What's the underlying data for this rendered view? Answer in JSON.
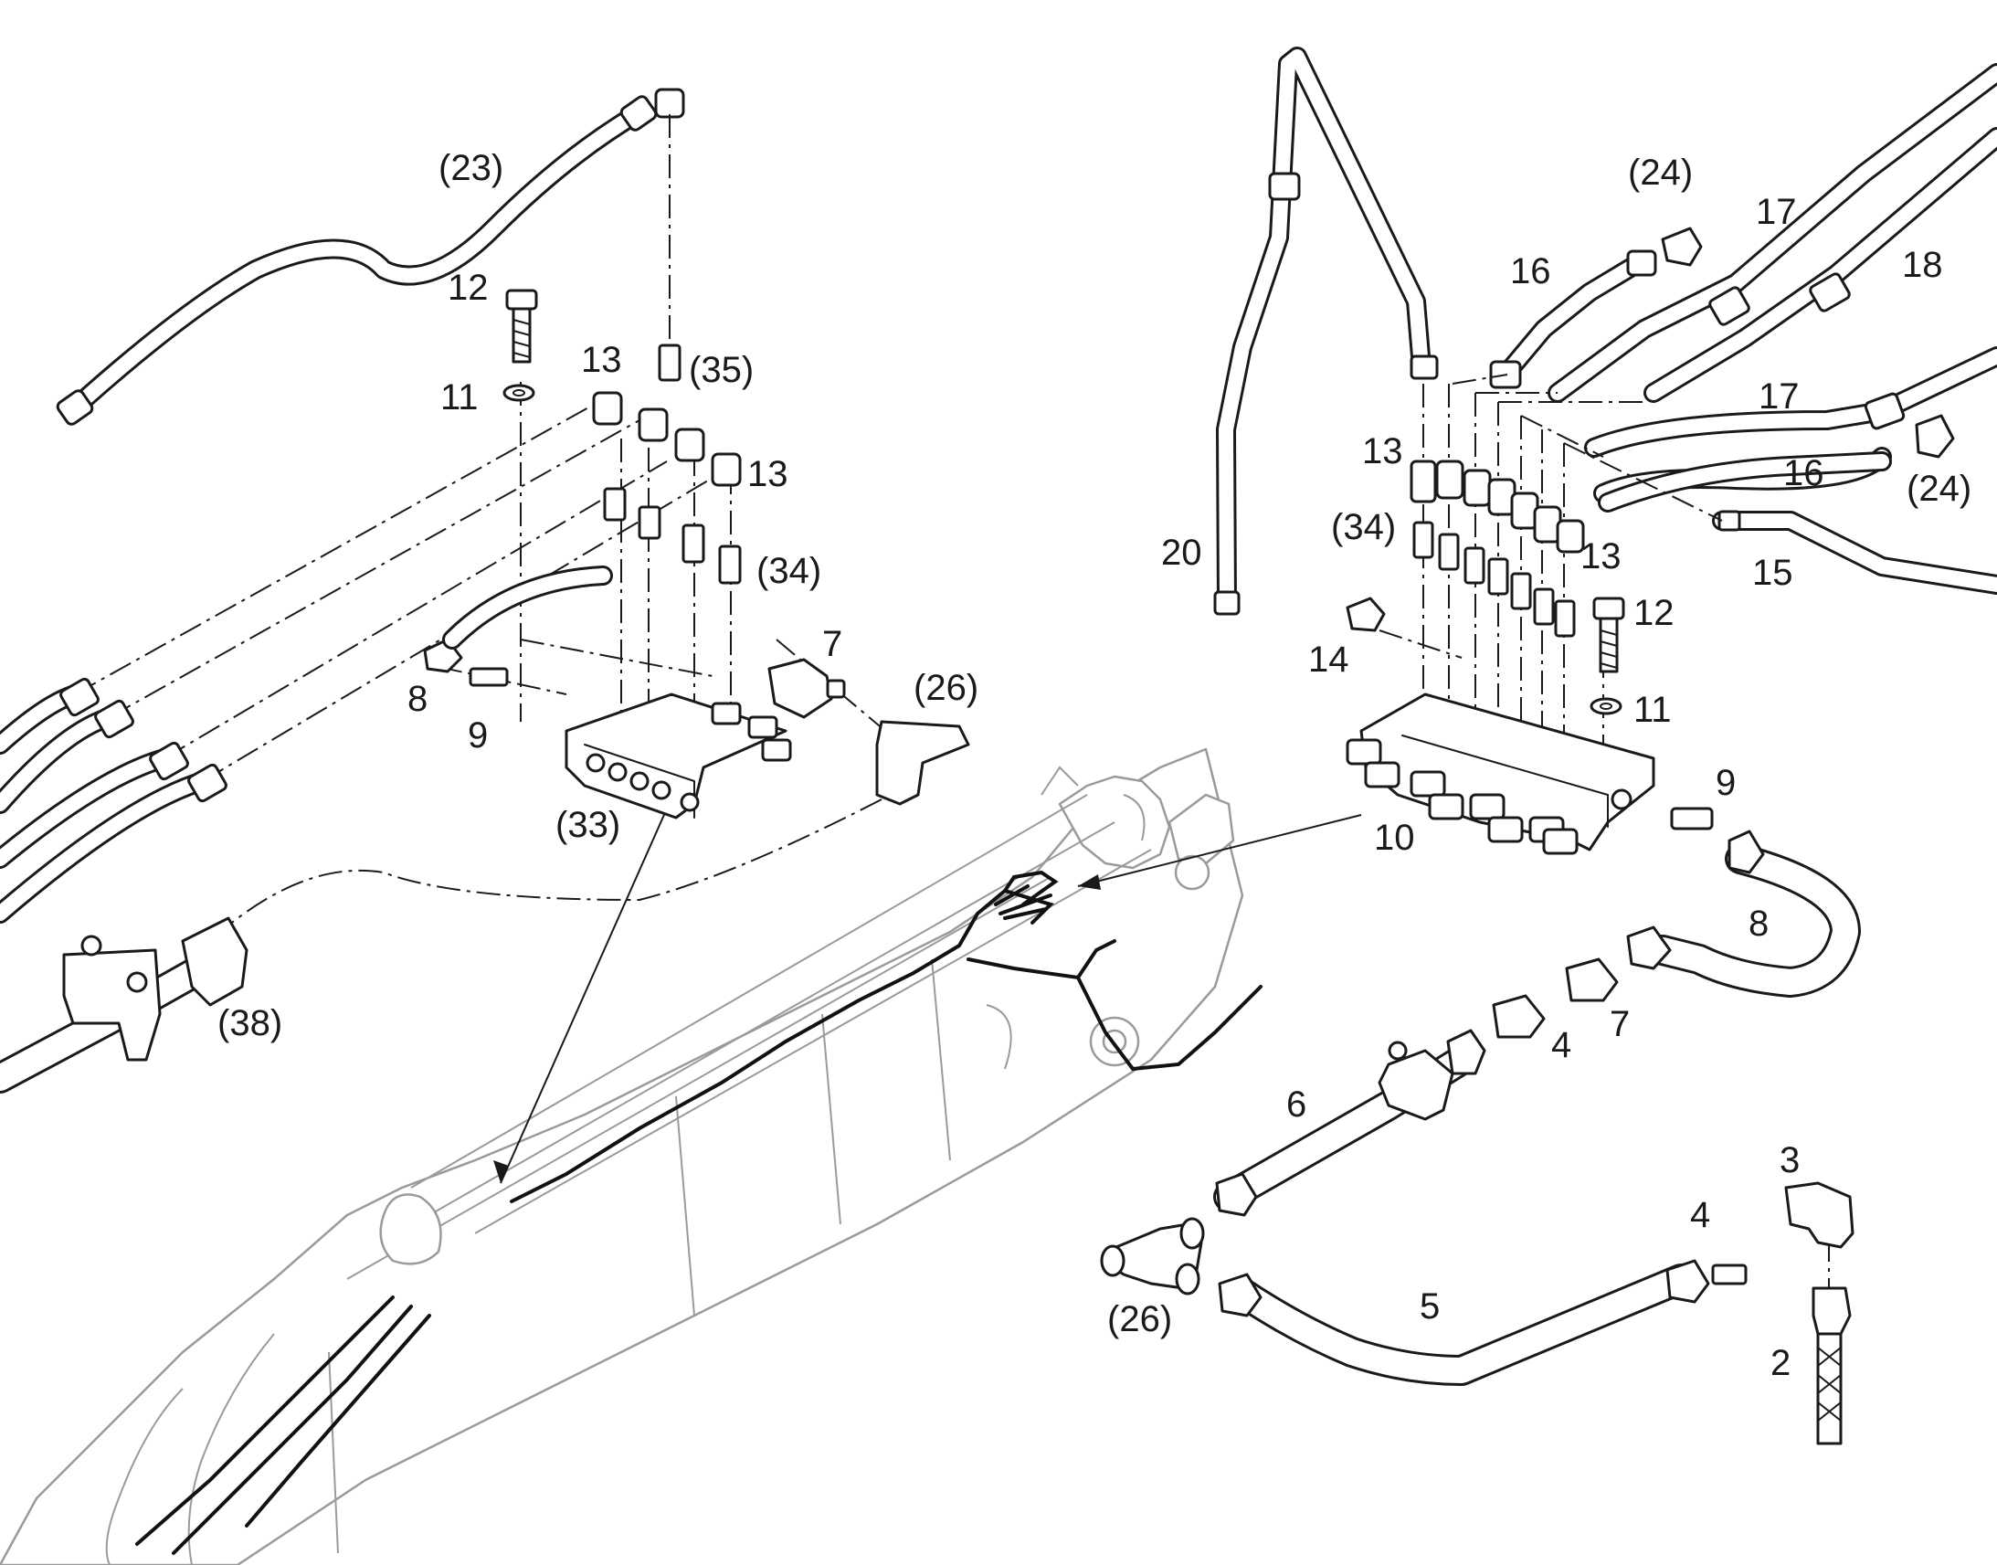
{
  "callouts": [
    {
      "id": "c23a",
      "text": "(23)"
    },
    {
      "id": "c12a",
      "text": "12"
    },
    {
      "id": "c11a",
      "text": "11"
    },
    {
      "id": "c13a",
      "text": "13"
    },
    {
      "id": "c35",
      "text": "(35)"
    },
    {
      "id": "c13b",
      "text": "13"
    },
    {
      "id": "c34a",
      "text": "(34)"
    },
    {
      "id": "c7a",
      "text": "7"
    },
    {
      "id": "c26a",
      "text": "(26)"
    },
    {
      "id": "c8a",
      "text": "8"
    },
    {
      "id": "c9a",
      "text": "9"
    },
    {
      "id": "c33",
      "text": "(33)"
    },
    {
      "id": "c38",
      "text": "(38)"
    },
    {
      "id": "c24a",
      "text": "(24)"
    },
    {
      "id": "c17a",
      "text": "17"
    },
    {
      "id": "c16a",
      "text": "16"
    },
    {
      "id": "c18",
      "text": "18"
    },
    {
      "id": "c17b",
      "text": "17"
    },
    {
      "id": "c13c",
      "text": "13"
    },
    {
      "id": "c16b",
      "text": "16"
    },
    {
      "id": "c24b",
      "text": "(24)"
    },
    {
      "id": "c34b",
      "text": "(34)"
    },
    {
      "id": "c20",
      "text": "20"
    },
    {
      "id": "c13d",
      "text": "13"
    },
    {
      "id": "c15",
      "text": "15"
    },
    {
      "id": "c12b",
      "text": "12"
    },
    {
      "id": "c14",
      "text": "14"
    },
    {
      "id": "c11b",
      "text": "11"
    },
    {
      "id": "c9b",
      "text": "9"
    },
    {
      "id": "c10",
      "text": "10"
    },
    {
      "id": "c8b",
      "text": "8"
    },
    {
      "id": "c4a",
      "text": "4"
    },
    {
      "id": "c7b",
      "text": "7"
    },
    {
      "id": "c6",
      "text": "6"
    },
    {
      "id": "c3",
      "text": "3"
    },
    {
      "id": "c4b",
      "text": "4"
    },
    {
      "id": "c26b",
      "text": "(26)"
    },
    {
      "id": "c5",
      "text": "5"
    },
    {
      "id": "c2",
      "text": "2"
    }
  ]
}
